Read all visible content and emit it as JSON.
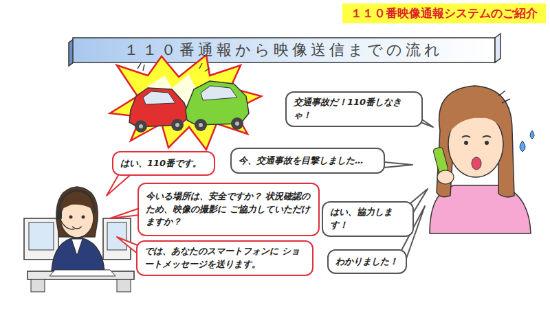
{
  "diagram": {
    "title": "１１０番通報から映像送信までの流れ",
    "nodes": [
      {
        "text": [
          "交通事故だ！110番しなきゃ！"
        ]
      },
      {
        "text": [
          "今、交通事故を目撃しました…"
        ]
      },
      {
        "text": [
          "はい、110番です。"
        ]
      },
      {
        "text": [
          "今いる場所は、安全ですか？ 状況確認のため、映像の撮影に ご協力していただけますか？"
        ]
      },
      {
        "text": [
          "はい、協力します！"
        ]
      },
      {
        "text": [
          "では、あなたのスマートフォンに ショートメッセージを送ります。"
        ]
      },
      {
        "text": [
          "わかりました！"
        ]
      }
    ],
    "labels": [
      "１１０番映像通報システムのご紹介"
    ]
  }
}
